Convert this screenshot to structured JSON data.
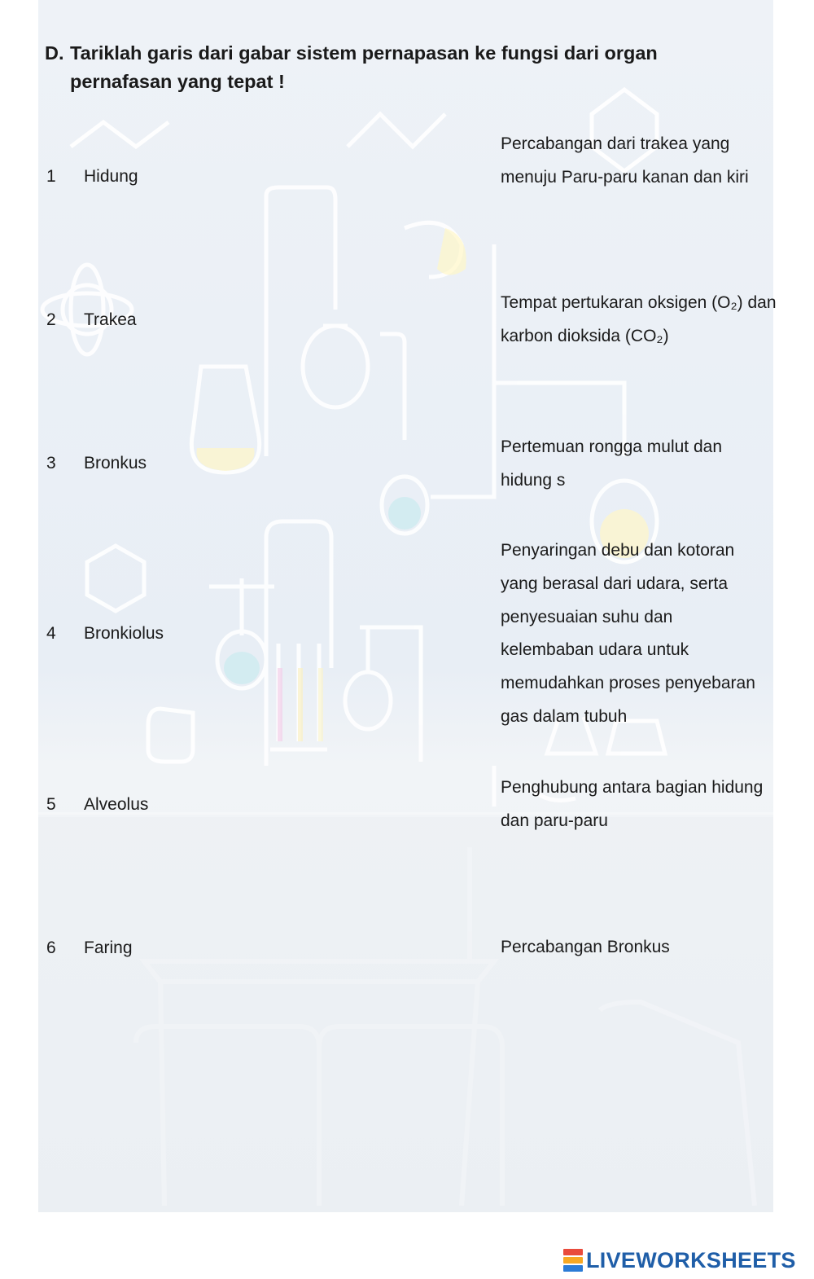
{
  "heading": {
    "letter": "D.",
    "text": "Tariklah garis dari gabar sistem pernapasan ke fungsi dari organ pernafasan yang tepat !"
  },
  "items": [
    {
      "num": "1",
      "name": "Hidung"
    },
    {
      "num": "2",
      "name": "Trakea"
    },
    {
      "num": "3",
      "name": "Bronkus"
    },
    {
      "num": "4",
      "name": "Bronkiolus"
    },
    {
      "num": "5",
      "name": "Alveolus"
    },
    {
      "num": "6",
      "name": "Faring"
    }
  ],
  "functions": [
    {
      "text": "Percabangan dari trakea yang menuju Paru-paru kanan dan kiri"
    },
    {
      "text": "Tempat pertukaran oksigen (O₂) dan karbon dioksida (CO₂)"
    },
    {
      "text": "Pertemuan rongga mulut dan hidung s"
    },
    {
      "text": "Penyaringan debu dan kotoran yang berasal dari udara, serta penyesuaian suhu dan kelembaban udara untuk memudahkan proses penyebaran gas dalam tubuh"
    },
    {
      "text": "Penghubung antara bagian hidung dan paru-paru"
    },
    {
      "text": "Percabangan Bronkus"
    }
  ],
  "background": {
    "description_icon": "laboratory-glassware-illustration",
    "lower_icon": "cafe-table-chairs-photo"
  },
  "branding": {
    "logo_text": "LIVEWORKSHEETS",
    "colors": [
      "#e94b3c",
      "#f7a823",
      "#4caf50",
      "#2b7bd6"
    ]
  }
}
